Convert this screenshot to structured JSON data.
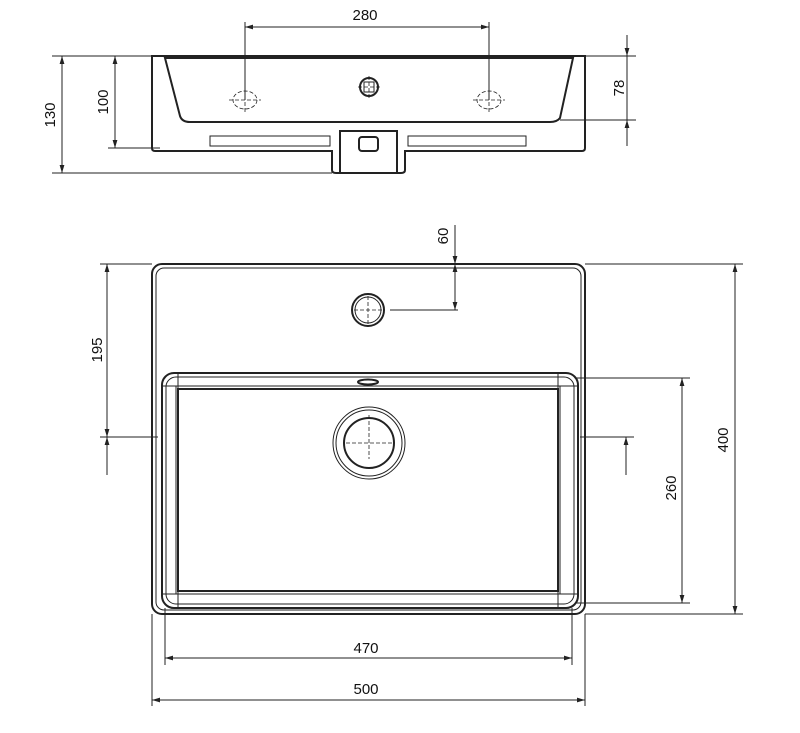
{
  "drawing": {
    "section_view": {
      "dim_tap_spacing": "280",
      "dim_total_height": "130",
      "dim_basin_height": "100",
      "dim_deck_depth": "78"
    },
    "plan_view": {
      "dim_faucet_offset": "60",
      "dim_drain_offset": "195",
      "dim_basin_depth": "260",
      "dim_total_depth": "400",
      "dim_basin_width": "470",
      "dim_total_width": "500"
    },
    "line_color": "#222222"
  }
}
